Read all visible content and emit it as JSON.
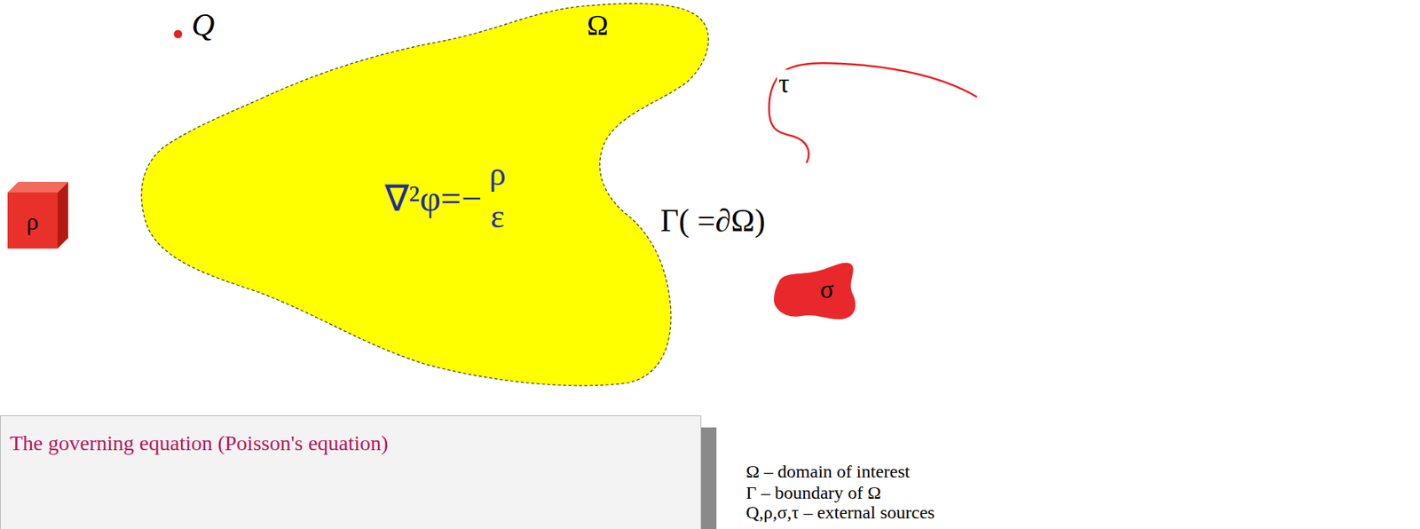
{
  "diagram": {
    "nodes": [
      {
        "text": [
          "Ω",
          "∇²φ=−",
          "ρ",
          "ε",
          "Γ( =∂Ω)"
        ]
      },
      {
        "text": [
          "ρ"
        ]
      },
      {
        "text": [
          "σ"
        ]
      },
      {
        "text": [
          "The governing equation (Poisson's equation)"
        ]
      }
    ],
    "labels": [
      "Q",
      "τ",
      "Ω – domain of interest",
      "Γ – boundary of Ω",
      "Q,ρ,σ,τ – external sources"
    ]
  }
}
